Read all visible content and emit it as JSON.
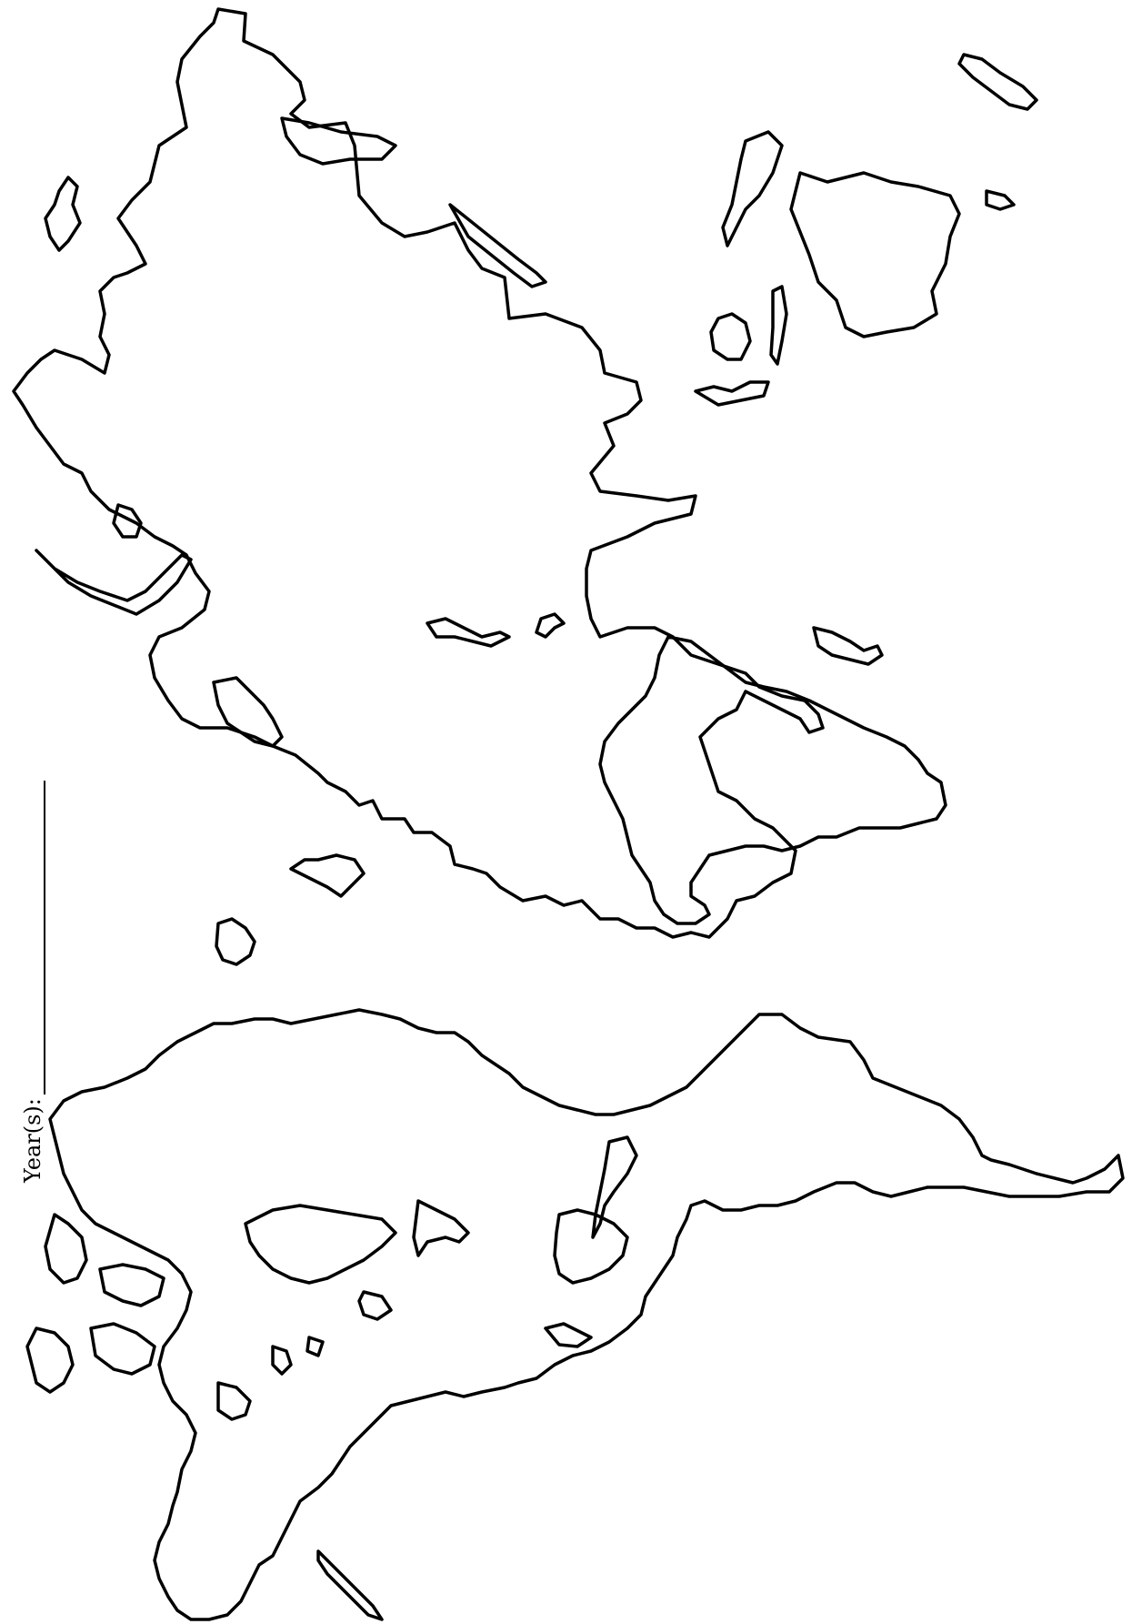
{
  "worksheet": {
    "year_label": "Year(s):"
  },
  "map": {
    "orientation": "rotated-90-counterclockwise",
    "style": "outline",
    "stroke_color": "#000000",
    "background_color": "#ffffff"
  }
}
